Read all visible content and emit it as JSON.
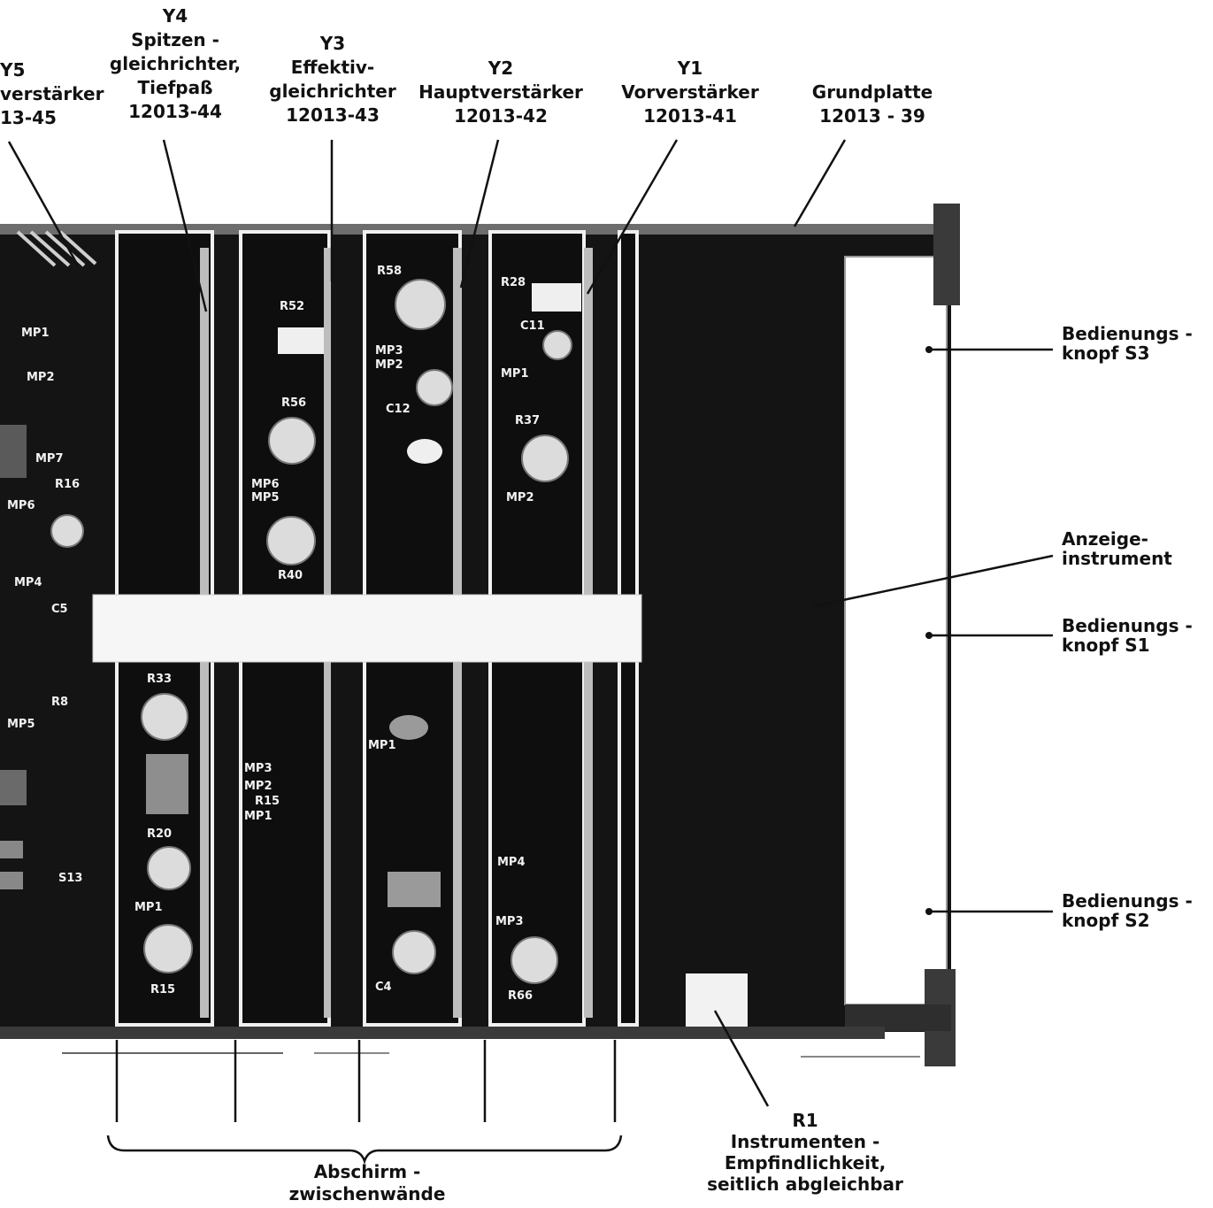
{
  "modules": [
    {
      "id": "Y5",
      "lines": [
        "Y5",
        "verstärker",
        "13-45"
      ]
    },
    {
      "id": "Y4",
      "lines": [
        "Y4",
        "Spitzen -",
        "gleichrichter,",
        "Tiefpaß",
        "12013-44"
      ]
    },
    {
      "id": "Y3",
      "lines": [
        "Y3",
        "Effektiv-",
        "gleichrichter",
        "12013-43"
      ]
    },
    {
      "id": "Y2",
      "lines": [
        "Y2",
        "Hauptverstärker",
        "12013-42"
      ]
    },
    {
      "id": "Y1",
      "lines": [
        "Y1",
        "Vorverstärker",
        "12013-41"
      ]
    },
    {
      "id": "Grundplatte",
      "lines": [
        "Grundplatte",
        "12013 - 39"
      ]
    }
  ],
  "right_labels": [
    {
      "id": "s3",
      "lines": [
        "Bedienungs -",
        "knopf S3"
      ]
    },
    {
      "id": "anzeige",
      "lines": [
        "Anzeige-",
        "instrument"
      ]
    },
    {
      "id": "s1",
      "lines": [
        "Bedienungs -",
        "knopf  S1"
      ]
    },
    {
      "id": "s2",
      "lines": [
        "Bedienungs -",
        "knopf S2"
      ]
    }
  ],
  "bottom_labels": {
    "abschirm": [
      "Abschirm -",
      "zwischenwände"
    ],
    "r1": [
      "R1",
      "Instrumenten -",
      "Empfindlichkeit,",
      "seitlich abgleichbar"
    ]
  },
  "components": {
    "y5": [
      "MP1",
      "MP2",
      "MP7",
      "R16",
      "MP6",
      "MP4",
      "C5",
      "R8",
      "MP5",
      "S13"
    ],
    "y4": [
      "R33",
      "R20",
      "MP1",
      "R15"
    ],
    "y3_top": [
      "R52",
      "R56",
      "MP6",
      "MP5",
      "R40"
    ],
    "y3_bottom": [
      "MP3",
      "MP2",
      "R15",
      "MP1"
    ],
    "y2_top": [
      "R58",
      "MP3",
      "MP2",
      "C12"
    ],
    "y2_bottom": [
      "MP1",
      "C4"
    ],
    "y1_top": [
      "R28",
      "C11",
      "MP1",
      "R37",
      "MP2"
    ],
    "y1_bottom": [
      "MP4",
      "MP3",
      "R66"
    ]
  }
}
